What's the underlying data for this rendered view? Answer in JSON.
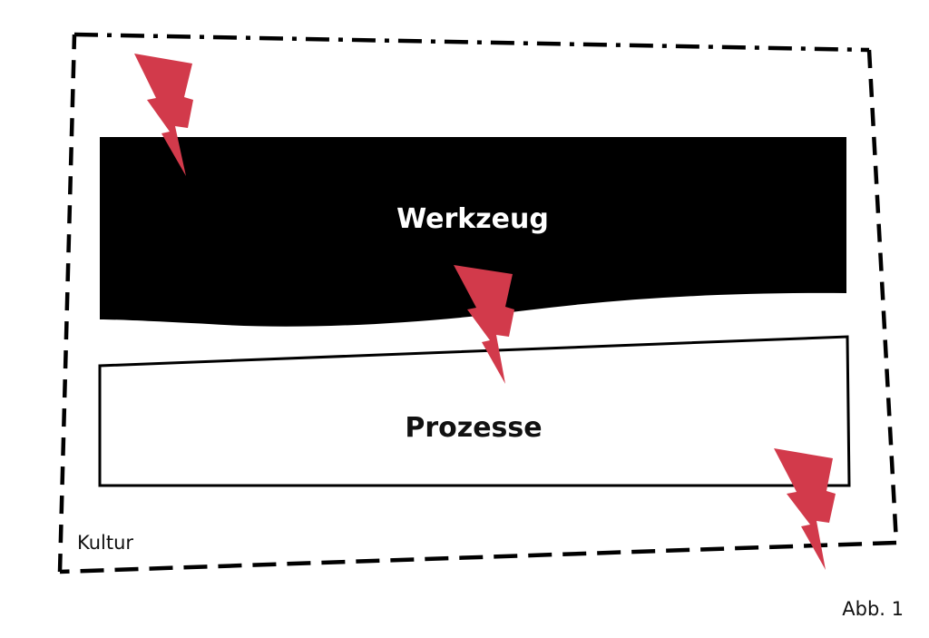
{
  "diagram": {
    "outer_frame_label": "Kultur",
    "upper_box_label": "Werkzeug",
    "lower_box_label": "Prozesse",
    "caption": "Abb. 1"
  },
  "colors": {
    "background": "#ffffff",
    "upper_box_fill": "#000000",
    "upper_box_text": "#ffffff",
    "lower_box_fill": "#ffffff",
    "lower_box_text": "#111111",
    "frame_stroke": "#000000",
    "bolt_fill": "#d23a4b"
  },
  "icons": [
    "lightning-bolt-icon",
    "lightning-bolt-icon",
    "lightning-bolt-icon"
  ]
}
